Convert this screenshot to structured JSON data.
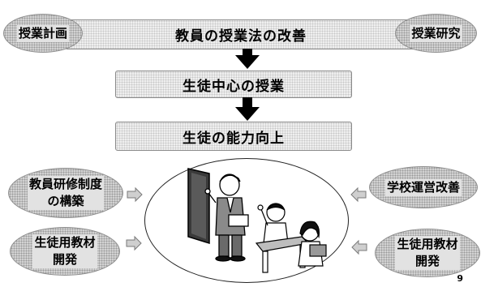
{
  "top": {
    "left_oval": "授業計画",
    "center_box": "教員の授業法の改善",
    "right_oval": "授業研究"
  },
  "flow": {
    "box2": "生徒中心の授業",
    "box3": "生徒の能力向上"
  },
  "ovals": {
    "left_top": [
      "教員研修制度",
      "の構築"
    ],
    "left_bottom": [
      "生徒用教材",
      "開発"
    ],
    "right_top": "学校運営改善",
    "right_bottom": [
      "生徒用教材",
      "開発"
    ]
  },
  "page_number": "9"
}
